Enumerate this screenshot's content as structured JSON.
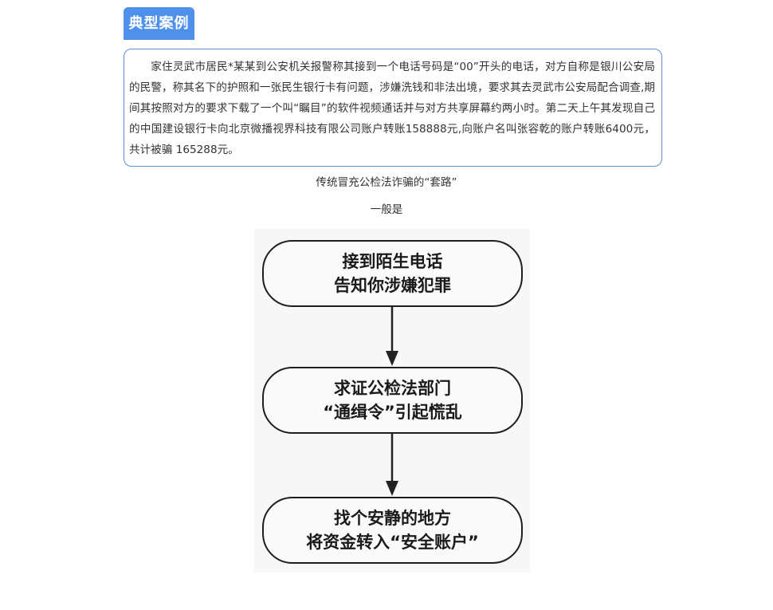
{
  "section_tag": "典型案例",
  "case_text": "家住灵武市居民*某某到公安机关报警称其接到一个电话号码是“00”开头的电话，对方自称是银川公安局的民警，称其名下的护照和一张民生银行卡有问题，涉嫌洗钱和非法出境，要求其去灵武市公安局配合调查,期间其按照对方的要求下载了一个叫“瞩目”的软件视频通话并与对方共享屏幕约两小时。第二天上午其发现自己的中国建设银行卡向北京微播视界科技有限公司账户转账158888元,向账户名叫张容乾的账户转账6400元，共计被骗 165288元。",
  "caption_line1": "传统冒充公检法诈骗的“套路”",
  "caption_line2": "一般是",
  "flowchart": {
    "steps": [
      {
        "line1": "接到陌生电话",
        "line2": "告知你涉嫌犯罪"
      },
      {
        "line1": "求证公检法部门",
        "line2": "“通缉令”引起慌乱"
      },
      {
        "line1": "找个安静的地方",
        "line2": "将资金转入“安全账户”"
      }
    ]
  }
}
